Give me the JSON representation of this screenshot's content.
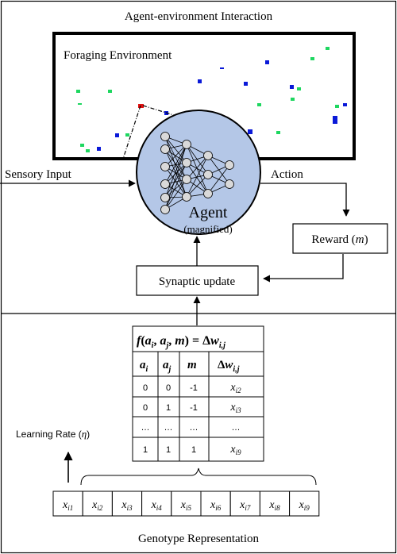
{
  "top_panel": {
    "title": "Agent-environment Interaction",
    "environment_label": "Foraging Environment",
    "sensory_input_label": "Sensory Input",
    "action_label": "Action",
    "agent_label": "Agent",
    "agent_sublabel": "(magnified)",
    "reward_label": "Reward (",
    "reward_var": "m",
    "reward_close": ")",
    "synaptic_label": "Synaptic update"
  },
  "colors": {
    "agent_fill": "#b4c7e7",
    "food_green": "#1ed760",
    "food_blue": "#0a19d8",
    "agent_red": "#e01010",
    "neuron_fill": "#d9d9d9"
  },
  "rule_table": {
    "header_f": "f",
    "header_args": "(a, a, m)",
    "header_eq": "= Δw",
    "columns": [
      "a_i",
      "a_j",
      "m",
      "Δw_i,j"
    ],
    "rows": [
      [
        "0",
        "0",
        "-1",
        "x_i2"
      ],
      [
        "0",
        "1",
        "-1",
        "x_i3"
      ],
      [
        "…",
        "…",
        "…",
        "…"
      ],
      [
        "1",
        "1",
        "1",
        "x_i9"
      ]
    ]
  },
  "learning_rate_label": "Learning Rate (",
  "learning_rate_symbol": "η",
  "learning_rate_close": ")",
  "genotype": {
    "cells": [
      "x_i1",
      "x_i2",
      "x_i3",
      "x_i4",
      "x_i5",
      "x_i6",
      "x_i7",
      "x_i8",
      "x_i9"
    ],
    "label": "Genotype Representation"
  }
}
